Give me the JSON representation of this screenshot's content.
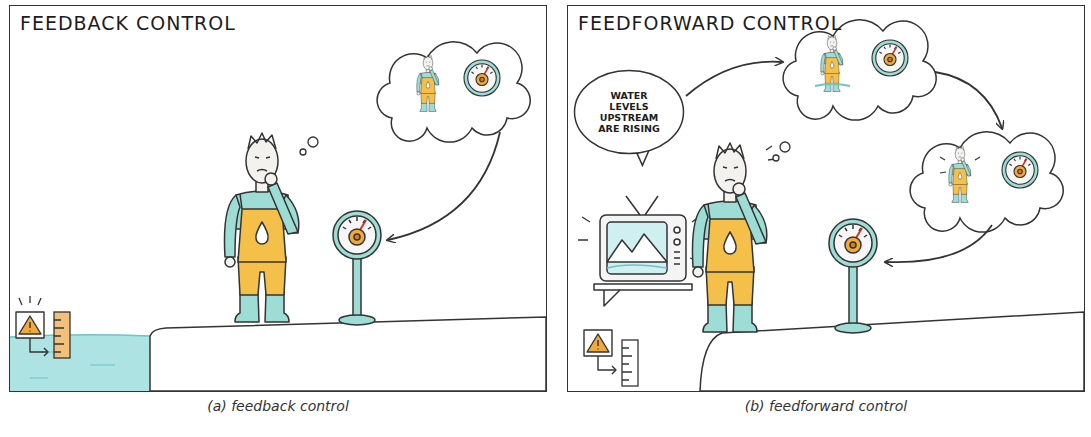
{
  "diagram": {
    "nodes": [
      {
        "text": [
          "FEEDBACK CONTROL"
        ]
      },
      {
        "text": [
          "FEEDFORWARD CONTROL"
        ]
      },
      {
        "text": [
          "WATER LEVELS UPSTREAM ARE RISING"
        ],
        "in": 1
      }
    ],
    "labels": [
      "(a) feedback control",
      "(b) feedforward control"
    ]
  }
}
